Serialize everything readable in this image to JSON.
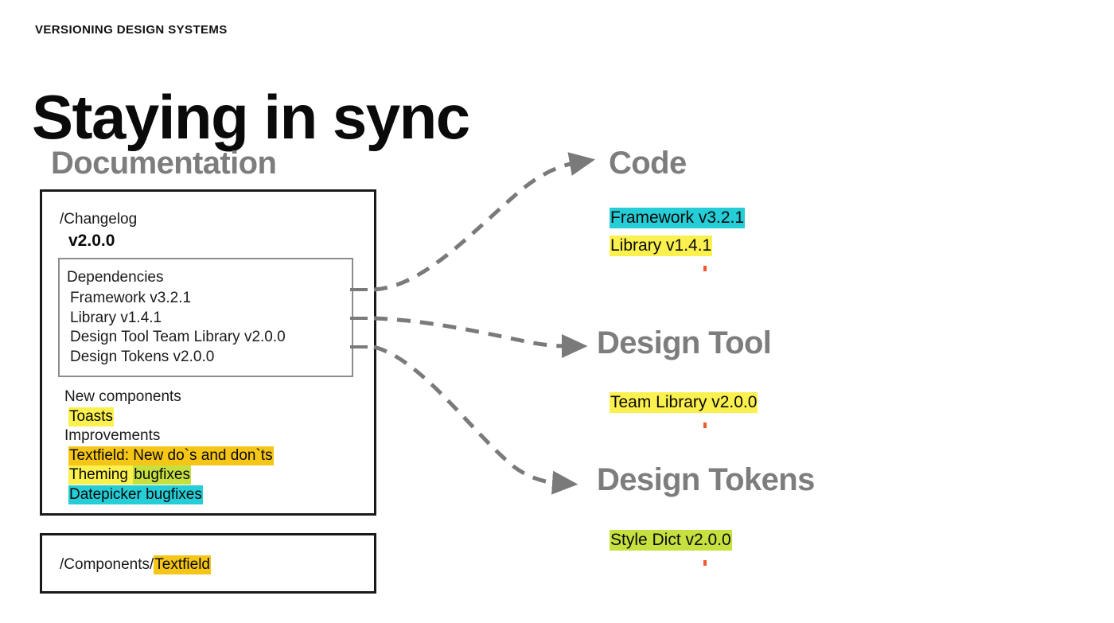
{
  "header": {
    "eyebrow": "VERSIONING DESIGN SYSTEMS",
    "title": "Staying in sync"
  },
  "colors": {
    "highlight_yellow": "#faf04e",
    "highlight_cyan": "#25cdd6",
    "highlight_orange": "#f5c518",
    "highlight_lime": "#c6e040",
    "heading_gray": "#7d7d7d",
    "arrow_gray": "#7a7a7a",
    "dot_orange": "#ef5a2a",
    "panel_border": "#1a1a1a",
    "subpanel_border": "#8c8c8c"
  },
  "documentation": {
    "heading": "Documentation",
    "changelog_panel": {
      "path": "/Changelog",
      "version": "v2.0.0",
      "dependencies": {
        "title": "Dependencies",
        "items": [
          "Framework v3.2.1",
          "Library v1.4.1",
          "Design Tool Team Library v2.0.0",
          "Design Tokens v2.0.0"
        ]
      },
      "sections": [
        {
          "label": "New components",
          "entries": [
            {
              "segments": [
                {
                  "text": "Toasts",
                  "highlight": "yellow"
                }
              ]
            }
          ]
        },
        {
          "label": "Improvements",
          "entries": [
            {
              "segments": [
                {
                  "text": "Textfield: New do`s and don`ts",
                  "highlight": "orange"
                }
              ]
            },
            {
              "segments": [
                {
                  "text": "Theming ",
                  "highlight": "yellow"
                },
                {
                  "text": "bugfixes",
                  "highlight": "lime"
                }
              ]
            },
            {
              "segments": [
                {
                  "text": "Datepicker bugfixes",
                  "highlight": "cyan"
                }
              ]
            }
          ]
        }
      ]
    },
    "components_panel": {
      "prefix": "/Components/",
      "highlighted": "Textfield"
    }
  },
  "targets": [
    {
      "heading": "Code",
      "items": [
        {
          "text": "Framework v3.2.1",
          "highlight": "cyan"
        },
        {
          "text": "Library v1.4.1",
          "highlight": "yellow"
        }
      ]
    },
    {
      "heading": "Design Tool",
      "items": [
        {
          "text": "Team Library v2.0.0",
          "highlight": "yellow"
        }
      ]
    },
    {
      "heading": "Design Tokens",
      "items": [
        {
          "text": "Style Dict v2.0.0",
          "highlight": "lime"
        }
      ]
    }
  ],
  "connectors": [
    {
      "from": "dependencies-framework-library",
      "to": "code"
    },
    {
      "from": "dependencies-team-library",
      "to": "design-tool"
    },
    {
      "from": "dependencies-design-tokens",
      "to": "design-tokens"
    }
  ]
}
